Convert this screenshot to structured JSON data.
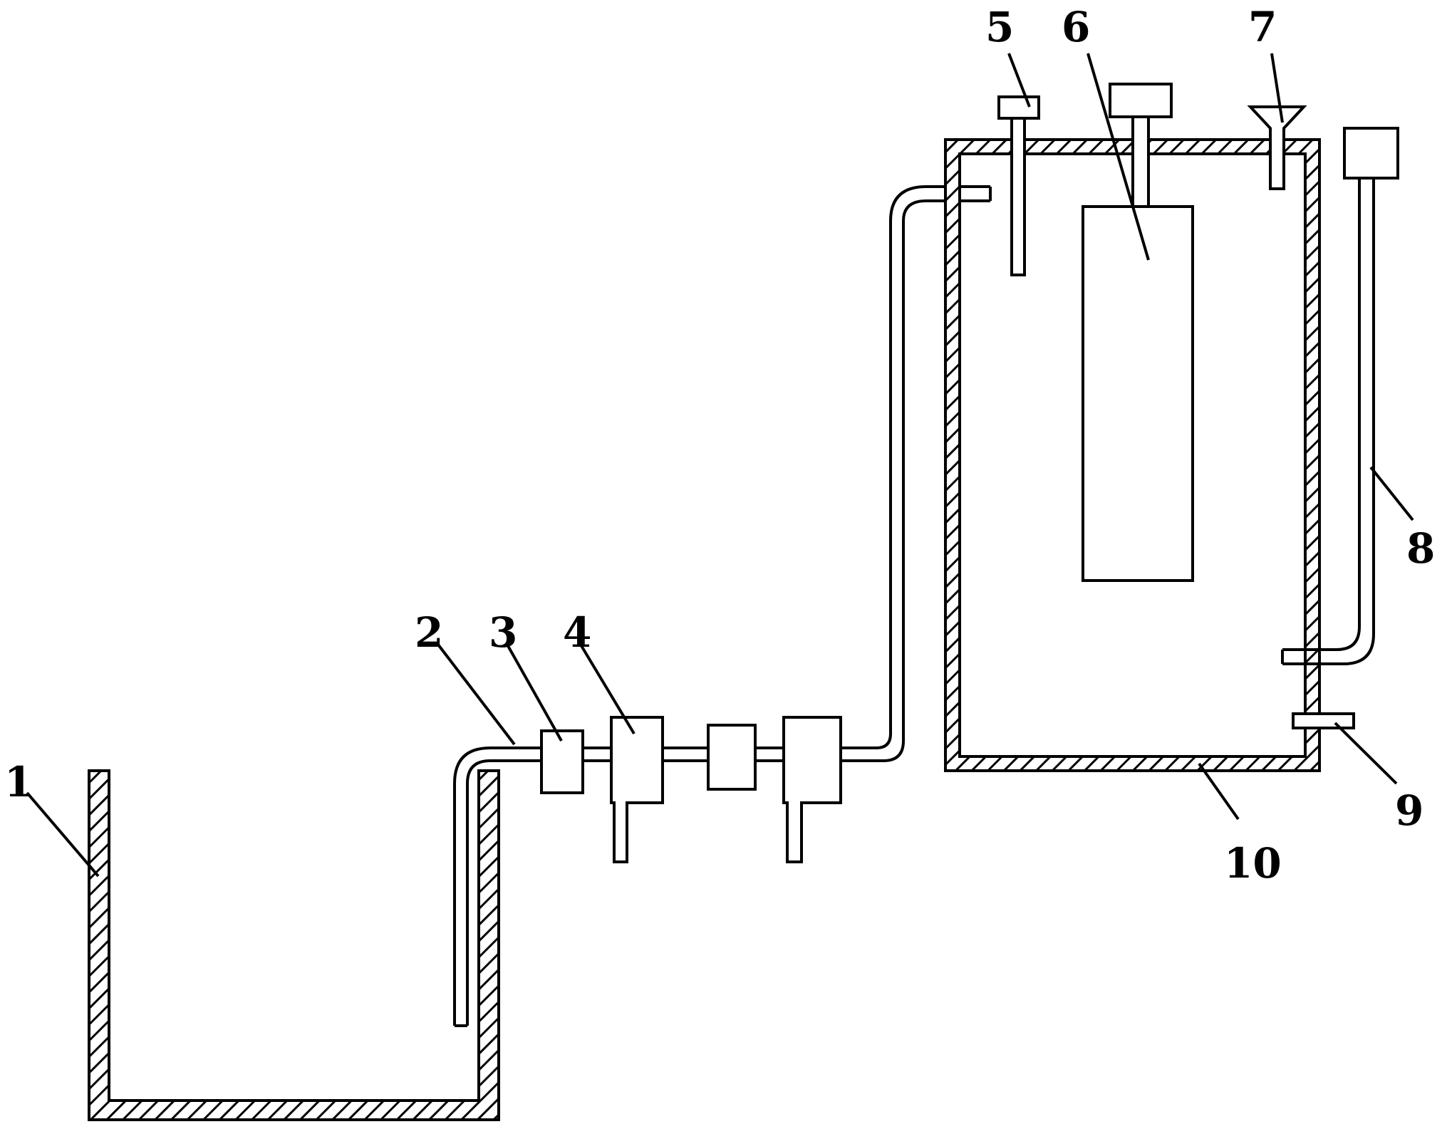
{
  "diagram": {
    "labels": {
      "l1": "1",
      "l2": "2",
      "l3": "3",
      "l4": "4",
      "l5": "5",
      "l6": "6",
      "l7": "7",
      "l8": "8",
      "l9": "9",
      "l10": "10"
    },
    "colors": {
      "line": "#000000",
      "background": "#ffffff"
    }
  }
}
